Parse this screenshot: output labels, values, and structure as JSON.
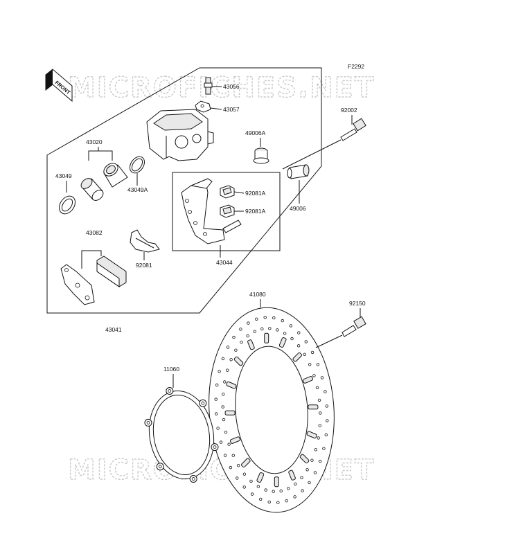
{
  "figure_code": "F2292",
  "watermark": "MICROFICHES.NET",
  "front_badge": "FRONT",
  "parts": {
    "p43056": "43056",
    "p43057": "43057",
    "p49006A": "49006A",
    "p92002": "92002",
    "p43020": "43020",
    "p43049": "43049",
    "p43049A": "43049A",
    "p92081A_1": "92081A",
    "p92081A_2": "92081A",
    "p49006": "49006",
    "p43082": "43082",
    "p92081": "92081",
    "p43044": "43044",
    "p43041": "43041",
    "p41080": "41080",
    "p92150": "92150",
    "p11060": "11060"
  }
}
